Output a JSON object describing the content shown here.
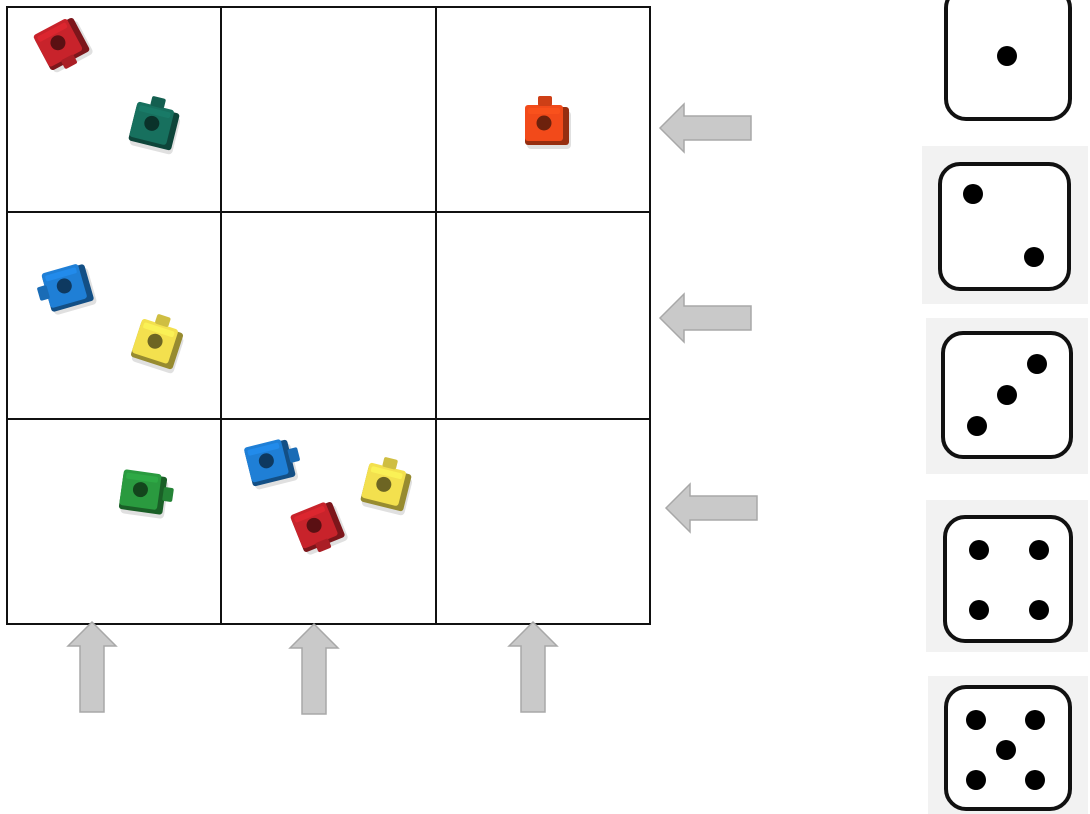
{
  "grid": {
    "rows": 3,
    "cols": 3,
    "cells": [
      {
        "row": 1,
        "col": 1,
        "cubes": [
          "red",
          "dark-green"
        ]
      },
      {
        "row": 1,
        "col": 2,
        "cubes": []
      },
      {
        "row": 1,
        "col": 3,
        "cubes": [
          "orange"
        ]
      },
      {
        "row": 2,
        "col": 1,
        "cubes": [
          "blue",
          "yellow"
        ]
      },
      {
        "row": 2,
        "col": 2,
        "cubes": []
      },
      {
        "row": 2,
        "col": 3,
        "cubes": []
      },
      {
        "row": 3,
        "col": 1,
        "cubes": [
          "green"
        ]
      },
      {
        "row": 3,
        "col": 2,
        "cubes": [
          "blue",
          "yellow",
          "red"
        ]
      },
      {
        "row": 3,
        "col": 3,
        "cubes": []
      }
    ]
  },
  "row_arrows": {
    "count": 3,
    "direction": "left",
    "color": "#c8c8c8"
  },
  "column_arrows": {
    "count": 3,
    "direction": "up",
    "color": "#c8c8c8"
  },
  "dice": [
    {
      "value": 1
    },
    {
      "value": 2
    },
    {
      "value": 3
    },
    {
      "value": 4
    },
    {
      "value": 5
    }
  ],
  "colors": {
    "red": "#c8232b",
    "dark-green": "#17705e",
    "orange": "#f24a1a",
    "blue": "#1f7fd6",
    "yellow": "#f3e04e",
    "green": "#2a9a3f"
  }
}
